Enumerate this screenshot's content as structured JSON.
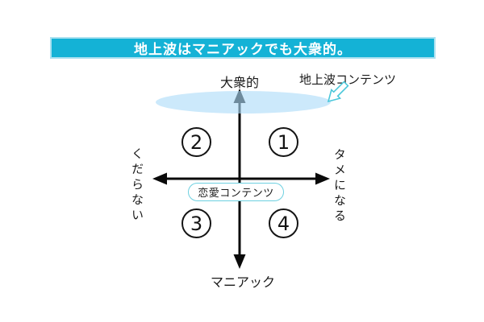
{
  "banner": {
    "title": "地上波はマニアックでも大衆的。"
  },
  "axes": {
    "top_label": "大衆的",
    "bottom_label": "マニアック",
    "left_label": "くだらない",
    "right_label": "タメになる"
  },
  "quadrants": {
    "top_left": "2",
    "top_right": "1",
    "bottom_left": "3",
    "bottom_right": "4"
  },
  "annotations": {
    "terrestrial_label": "地上波コンテンツ",
    "romance_label": "恋愛コンテンツ"
  },
  "icons": {
    "terrestrial_pointer": "arrow-down-left-icon"
  },
  "colors": {
    "banner_bg": "#14b2d6",
    "banner_border": "#abe1f0",
    "banner_text": "#ffffff",
    "ellipse_fill": "#c8e9f9",
    "accent_cyan": "#4ac7da",
    "axis": "#0a0a0a"
  }
}
